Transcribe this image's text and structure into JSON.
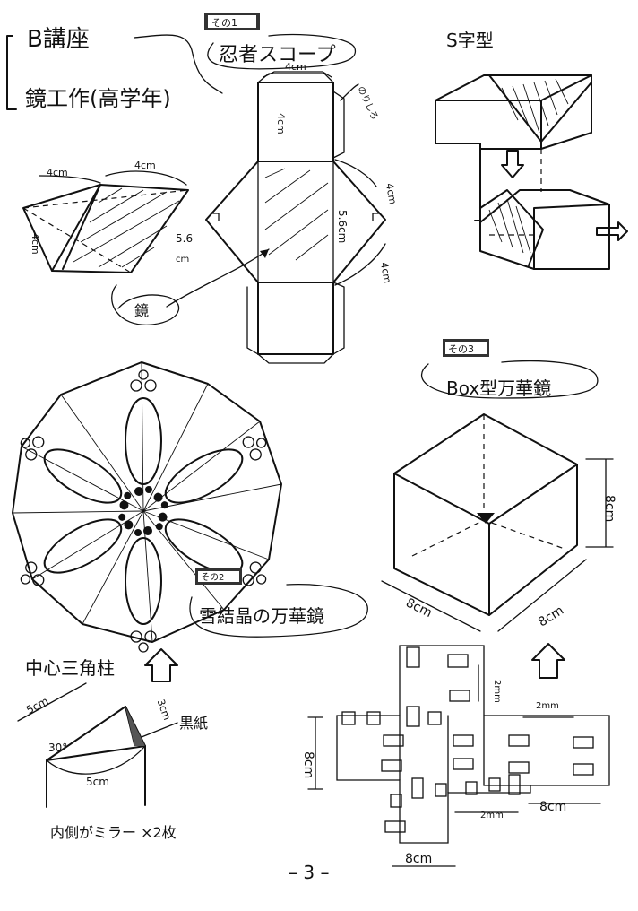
{
  "page": {
    "course_title": "B講座",
    "subtitle": "鏡工作(高学年)",
    "page_number": "– 3 –"
  },
  "part1": {
    "badge": "その1",
    "title": "忍者スコープ",
    "dims": {
      "top_width": "4cm",
      "side_left": "4cm",
      "glue_flap": "のりしろ",
      "middle_length": "5.6cm",
      "right_upper": "4cm",
      "right_lower": "4cm"
    },
    "prism": {
      "top_left": "4cm",
      "top_right": "4cm",
      "left_edge": "4cm",
      "right_edge_a": "5.6",
      "right_edge_b": "cm",
      "mirror_label": "鏡"
    }
  },
  "s_shape": {
    "title": "S字型"
  },
  "part2": {
    "badge": "その2",
    "title": "雪結晶の万華鏡"
  },
  "part3": {
    "badge": "その3",
    "title": "Box型万華鏡",
    "cube": {
      "height": "8cm",
      "width_left": "8cm",
      "width_right": "8cm"
    },
    "net": {
      "gap_top": "2mm",
      "gap_right": "2mm",
      "gap_bottom": "2mm",
      "side_left": "8cm",
      "side_right": "8cm",
      "bottom": "8cm"
    }
  },
  "center_prism": {
    "title": "中心三角柱",
    "edge_top": "5cm",
    "angle": "30°",
    "edge_bottom": "5cm",
    "edge_side": "3cm",
    "black_paper": "黒紙",
    "note": "内側がミラー ×2枚"
  }
}
